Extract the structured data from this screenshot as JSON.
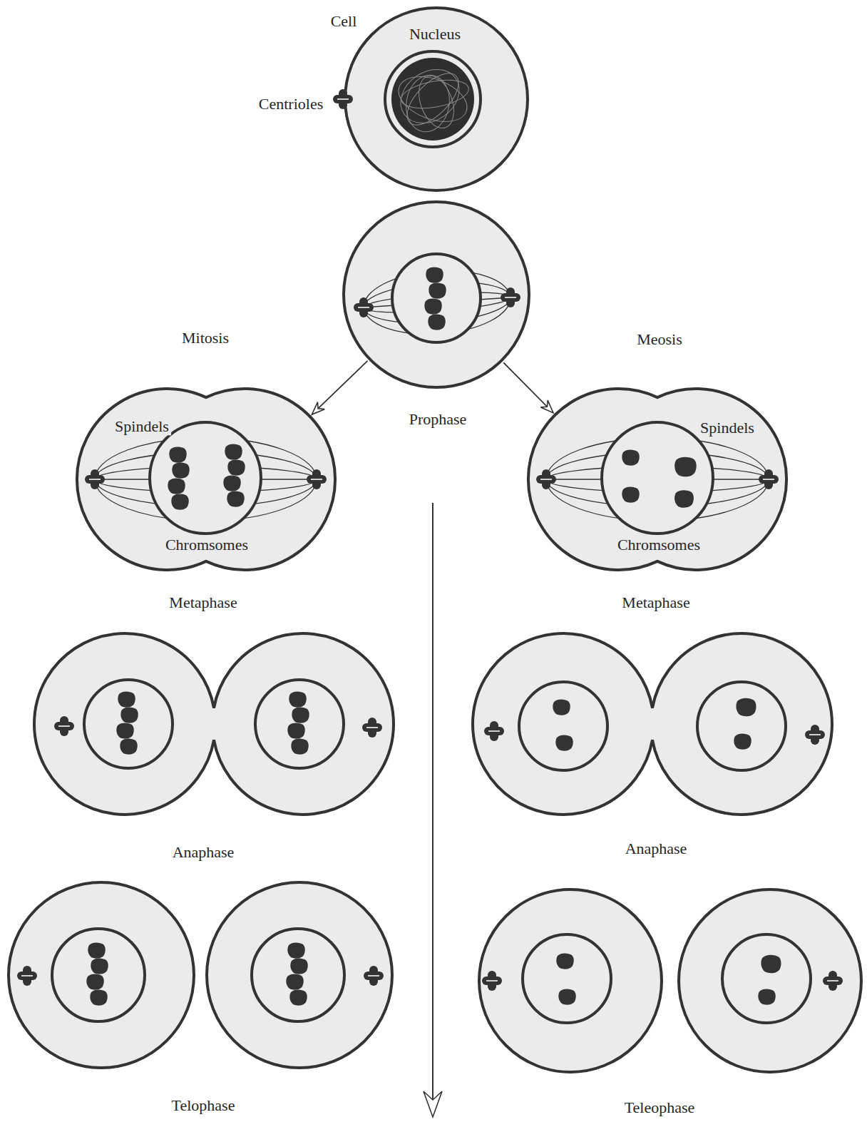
{
  "diagram": {
    "nodes": [
      {
        "text": [
          "Cell"
        ]
      },
      {
        "text": [
          "Nucleus"
        ],
        "in": 0
      },
      {
        "text": [
          "Prophase"
        ]
      },
      {
        "text": [
          "Spindels",
          "Chromsomes",
          "Metaphase"
        ]
      },
      {
        "text": [
          "Spindels",
          "Chromsomes",
          "Metaphase"
        ]
      }
    ],
    "edges": [
      {
        "from": 2,
        "to": 3,
        "arrow": "to"
      },
      {
        "from": 2,
        "to": 4,
        "arrow": "to"
      }
    ],
    "labels": [
      "Centrioles",
      "Mitosis",
      "Meosis",
      "Anaphase",
      "Anaphase",
      "Telophase",
      "Teleophase"
    ]
  }
}
